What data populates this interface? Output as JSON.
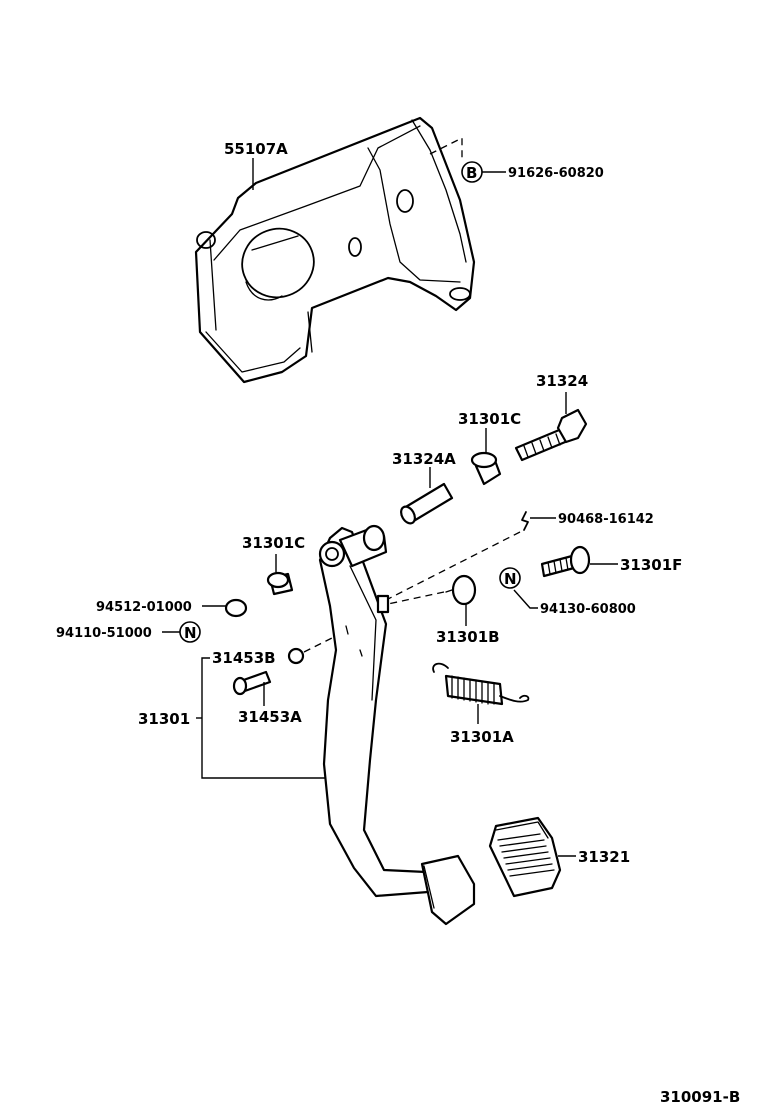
{
  "callouts": {
    "bracket": "55107A",
    "bolt_top": "91626-60820",
    "bolt_top_badge": "B",
    "pivot_bolt": "31324",
    "bushing_upper": "31301C",
    "collar": "31324A",
    "clip": "90468-16142",
    "bushing_lower": "31301C",
    "stop_bolt": "31301F",
    "washer": "94512-01000",
    "nut_lower": "94110-51000",
    "nut_lower_badge": "N",
    "nut_right": "94130-60800",
    "nut_right_badge": "N",
    "cushion": "31301B",
    "pin_small": "31453B",
    "pedal_sub": "31301",
    "pin": "31453A",
    "spring": "31301A",
    "pad": "31321"
  },
  "diagram_code": "310091-B"
}
